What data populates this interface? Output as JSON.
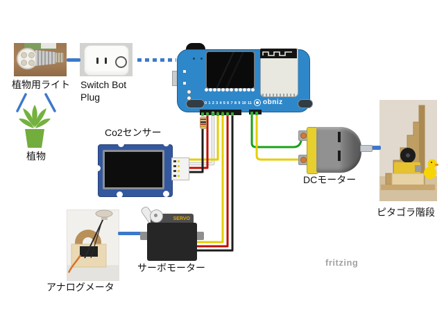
{
  "page": {
    "watermark": "fritzing",
    "background": "#ffffff"
  },
  "components": {
    "plant_light": {
      "label": "植物用ライト"
    },
    "switchbot_plug": {
      "label_line1": "Switch Bot",
      "label_line2": "Plug"
    },
    "plant": {
      "label": "植物"
    },
    "co2_sensor": {
      "label": "Co2センサー"
    },
    "obniz_board": {
      "logo_text": "obniz",
      "pins": [
        "0",
        "1",
        "2",
        "3",
        "4",
        "5",
        "6",
        "7",
        "8",
        "9",
        "10",
        "11"
      ]
    },
    "servo_motor": {
      "label": "サーボモーター",
      "body_text": "SERVO"
    },
    "analog_meter": {
      "label": "アナログメータ"
    },
    "dc_motor": {
      "label": "DCモーター"
    },
    "pitagora_stairs": {
      "label": "ピタゴラ階段"
    }
  },
  "colors": {
    "connection_blue": "#3d79cb",
    "board_blue": "#2e87c9",
    "grove_blue": "#34589e",
    "wire_yellow": "#e5ce00",
    "wire_red": "#c00d00",
    "wire_black": "#1d1d1d",
    "wire_white": "#f1f1f1",
    "wire_green": "#18a218",
    "motor_cap_yellow": "#e7cf2d"
  }
}
